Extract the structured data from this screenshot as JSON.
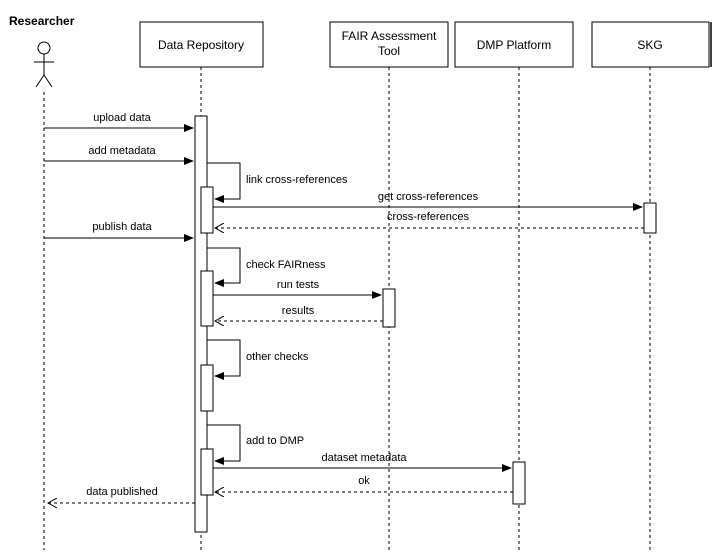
{
  "actor": {
    "name": "Researcher"
  },
  "participants": [
    {
      "id": "repo",
      "lines": [
        "Data Repository"
      ]
    },
    {
      "id": "fair",
      "lines": [
        "FAIR Assessment",
        "Tool"
      ]
    },
    {
      "id": "dmp",
      "lines": [
        "DMP Platform"
      ]
    },
    {
      "id": "skg",
      "lines": [
        "SKG"
      ]
    }
  ],
  "messages": [
    {
      "id": "m1",
      "label": "upload data",
      "kind": "sync"
    },
    {
      "id": "m2",
      "label": "add metadata",
      "kind": "sync"
    },
    {
      "id": "m3",
      "label": "link cross-references",
      "kind": "self"
    },
    {
      "id": "m4",
      "label": "get cross-references",
      "kind": "sync"
    },
    {
      "id": "m5",
      "label": "cross-references",
      "kind": "return"
    },
    {
      "id": "m6",
      "label": "publish data",
      "kind": "sync"
    },
    {
      "id": "m7",
      "label": "check FAIRness",
      "kind": "self"
    },
    {
      "id": "m8",
      "label": "run tests",
      "kind": "sync"
    },
    {
      "id": "m9",
      "label": "results",
      "kind": "return"
    },
    {
      "id": "m10",
      "label": "other checks",
      "kind": "self"
    },
    {
      "id": "m11",
      "label": "add to DMP",
      "kind": "self"
    },
    {
      "id": "m12",
      "label": "dataset metadata",
      "kind": "sync"
    },
    {
      "id": "m13",
      "label": "ok",
      "kind": "return"
    },
    {
      "id": "m14",
      "label": "data published",
      "kind": "return"
    }
  ]
}
